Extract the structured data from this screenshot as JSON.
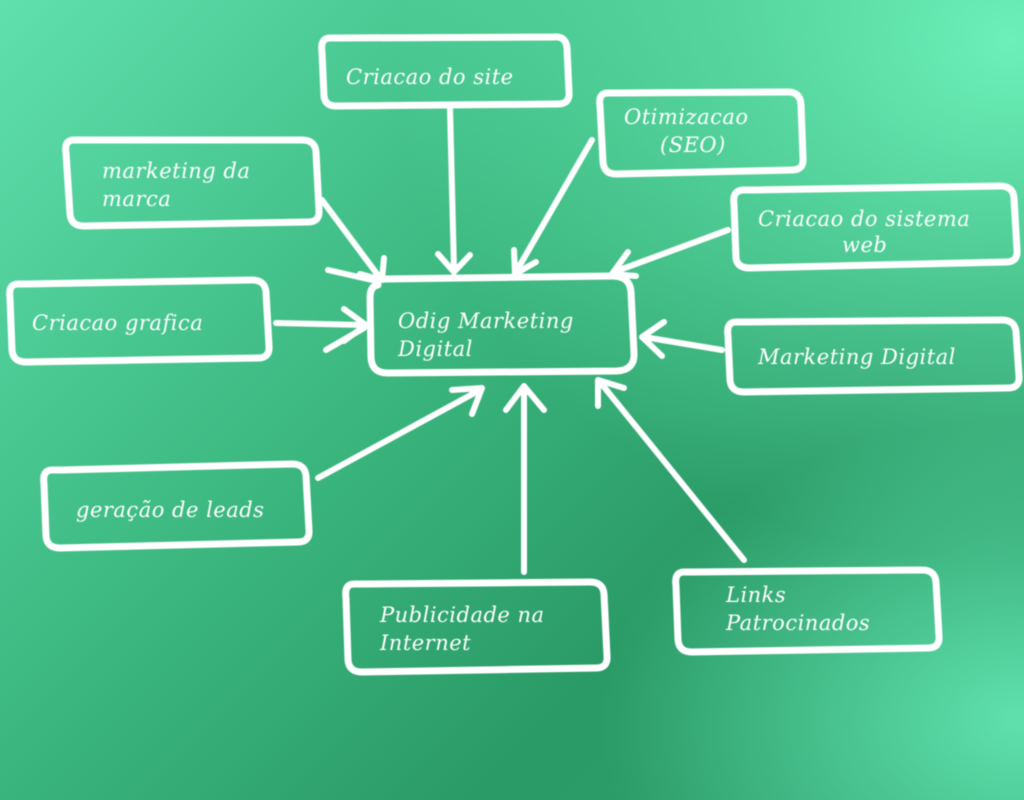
{
  "diagram": {
    "center": {
      "lines": [
        "Odig Marketing",
        "Digital"
      ]
    },
    "nodes": [
      {
        "id": "criacao-site",
        "lines": [
          "Criacao do site"
        ]
      },
      {
        "id": "otimizacao",
        "lines": [
          "Otimizacao",
          "(SEO)"
        ]
      },
      {
        "id": "marketing-marca",
        "lines": [
          "marketing da",
          "marca"
        ]
      },
      {
        "id": "sistema-web",
        "lines": [
          "Criacao do sistema",
          "web"
        ]
      },
      {
        "id": "criacao-grafica",
        "lines": [
          "Criacao grafica"
        ]
      },
      {
        "id": "marketing-digital",
        "lines": [
          "Marketing Digital"
        ]
      },
      {
        "id": "geracao-leads",
        "lines": [
          "geração de leads"
        ]
      },
      {
        "id": "publicidade",
        "lines": [
          "Publicidade na",
          "Internet"
        ]
      },
      {
        "id": "links",
        "lines": [
          "Links",
          "Patrocinados"
        ]
      }
    ]
  }
}
